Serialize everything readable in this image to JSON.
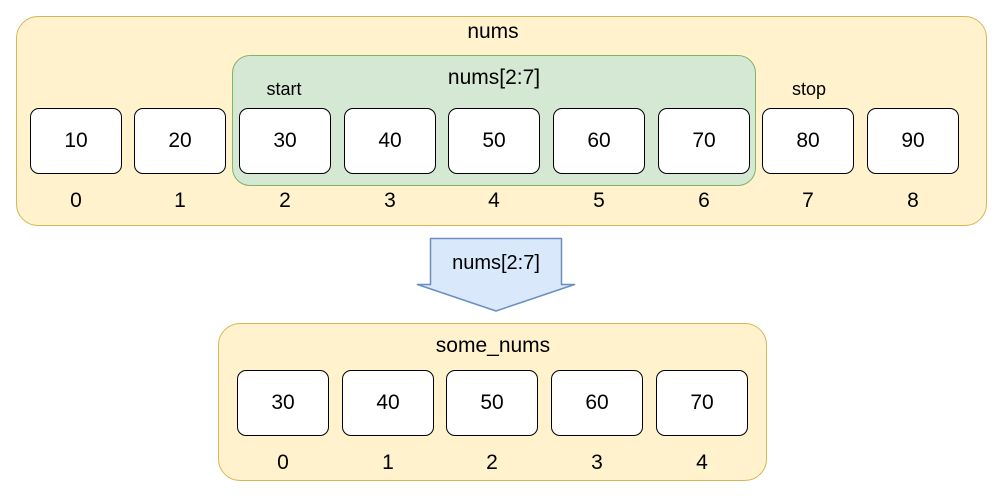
{
  "source": {
    "title": "nums",
    "values": [
      "10",
      "20",
      "30",
      "40",
      "50",
      "60",
      "70",
      "80",
      "90"
    ],
    "indices": [
      "0",
      "1",
      "2",
      "3",
      "4",
      "5",
      "6",
      "7",
      "8"
    ]
  },
  "slice": {
    "label": "nums[2:7]",
    "start_label": "start",
    "stop_label": "stop"
  },
  "arrow": {
    "label": "nums[2:7]"
  },
  "result": {
    "title": "some_nums",
    "values": [
      "30",
      "40",
      "50",
      "60",
      "70"
    ],
    "indices": [
      "0",
      "1",
      "2",
      "3",
      "4"
    ]
  },
  "colors": {
    "panel_fill": "#fff2cc",
    "panel_border": "#d6b656",
    "slice_fill": "#d5e8d4",
    "slice_border": "#82b366",
    "arrow_fill": "#dae8fc",
    "arrow_border": "#6c8ebf"
  }
}
